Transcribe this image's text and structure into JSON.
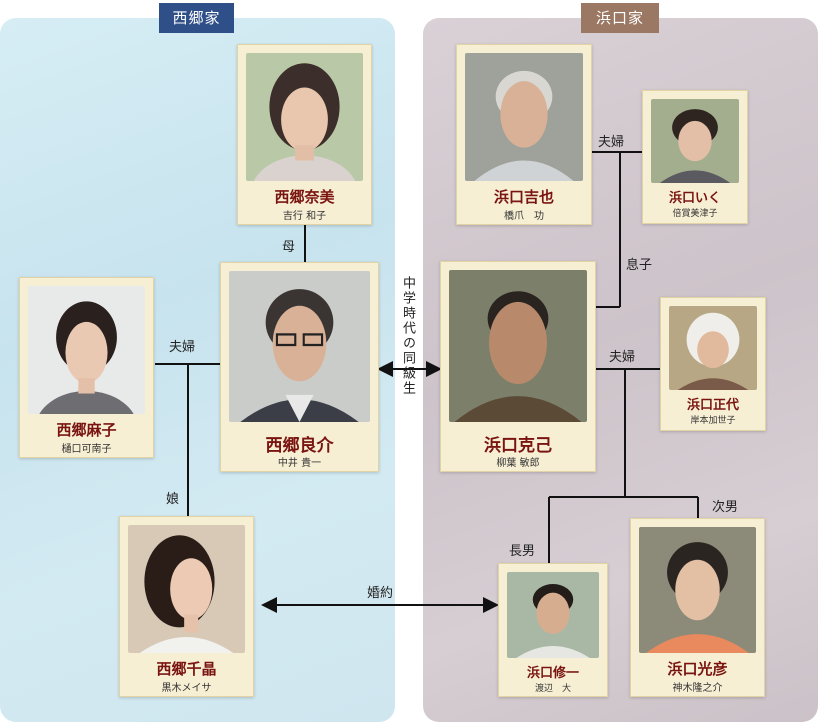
{
  "families": {
    "saigo": "西郷家",
    "hamaguchi": "浜口家"
  },
  "people": {
    "saigo_nami": {
      "name": "西郷奈美",
      "actor": "吉行 和子"
    },
    "saigo_mako": {
      "name": "西郷麻子",
      "actor": "樋口可南子"
    },
    "saigo_ryosuke": {
      "name": "西郷良介",
      "actor": "中井 貴一"
    },
    "saigo_chiaki": {
      "name": "西郷千晶",
      "actor": "黒木メイサ"
    },
    "hamaguchi_yoshiya": {
      "name": "浜口吉也",
      "actor": "橋爪　功"
    },
    "hamaguchi_iku": {
      "name": "浜口いく",
      "actor": "倍賞美津子"
    },
    "hamaguchi_katsumi": {
      "name": "浜口克己",
      "actor": "柳葉 敏郎"
    },
    "hamaguchi_masayo": {
      "name": "浜口正代",
      "actor": "岸本加世子"
    },
    "hamaguchi_shuichi": {
      "name": "浜口修一",
      "actor": "渡辺　大"
    },
    "hamaguchi_mitsuhiko": {
      "name": "浜口光彦",
      "actor": "神木隆之介"
    }
  },
  "relations": {
    "mother": "母",
    "couple_saigo": "夫婦",
    "daughter": "娘",
    "classmates": "中学時代の同級生",
    "couple_yoshiya": "夫婦",
    "son": "息子",
    "couple_katsumi": "夫婦",
    "eldest_son": "長男",
    "second_son": "次男",
    "engaged": "婚約"
  }
}
